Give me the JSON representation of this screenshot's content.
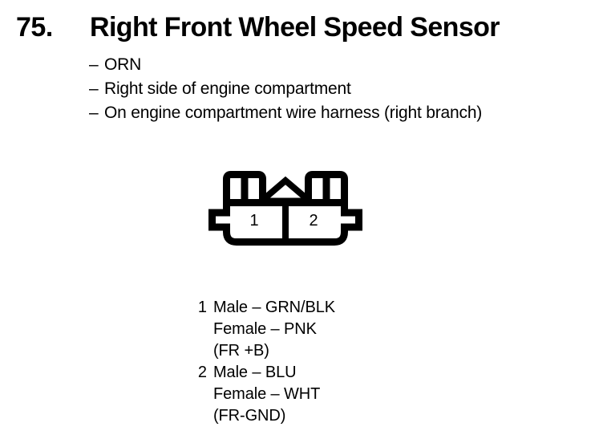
{
  "entry": {
    "number": "75.",
    "title": "Right Front Wheel Speed Sensor"
  },
  "attributes": {
    "dash": "–",
    "items": [
      {
        "text": "ORN"
      },
      {
        "text": "Right side of engine compartment"
      },
      {
        "text": "On engine compartment wire harness (right branch)"
      }
    ]
  },
  "connector": {
    "name": "two-cavity-connector",
    "cavities": [
      {
        "label": "1"
      },
      {
        "label": "2"
      }
    ],
    "outline_color": "#000000",
    "fill_color": "#ffffff"
  },
  "pin_legend": [
    {
      "index": "1",
      "lines": [
        "Male – GRN/BLK",
        "Female – PNK",
        "(FR +B)"
      ]
    },
    {
      "index": "2",
      "lines": [
        "Male – BLU",
        "Female – WHT",
        "(FR-GND)"
      ]
    }
  ]
}
